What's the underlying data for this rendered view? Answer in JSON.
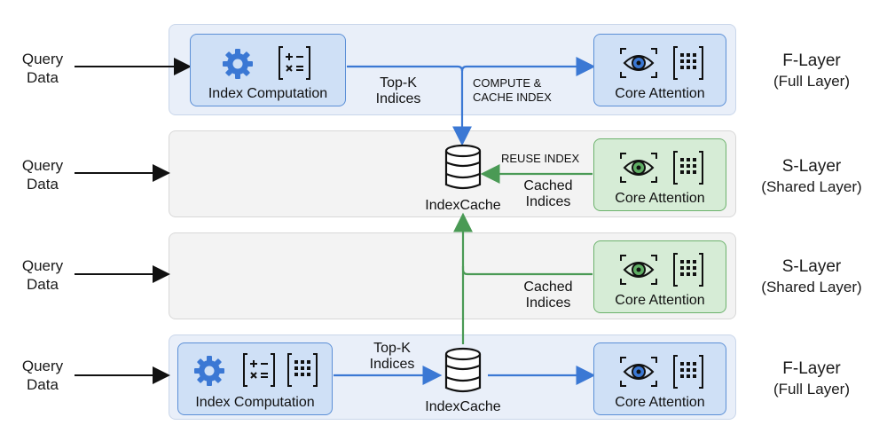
{
  "query_label_line1": "Query",
  "query_label_line2": "Data",
  "layers": [
    {
      "name": "F-Layer",
      "subtitle": "(Full Layer)"
    },
    {
      "name": "S-Layer",
      "subtitle": "(Shared Layer)"
    },
    {
      "name": "S-Layer",
      "subtitle": "(Shared Layer)"
    },
    {
      "name": "F-Layer",
      "subtitle": "(Full Layer)"
    }
  ],
  "boxes": {
    "index_computation": "Index Computation",
    "core_attention": "Core Attention",
    "index_cache": "IndexCache"
  },
  "edges": {
    "topk_line1": "Top-K",
    "topk_line2": "Indices",
    "compute_line1": "COMPUTE &",
    "compute_line2": "CACHE INDEX",
    "reuse": "REUSE INDEX",
    "cached_line1": "Cached",
    "cached_line2": "Indices"
  },
  "icons": [
    "gear-icon",
    "math-operators-icon",
    "eye-icon",
    "grid-matrix-icon",
    "database-icon"
  ],
  "colors": {
    "blue": "#3b78d4",
    "green": "#4a9a55",
    "black": "#111111"
  }
}
